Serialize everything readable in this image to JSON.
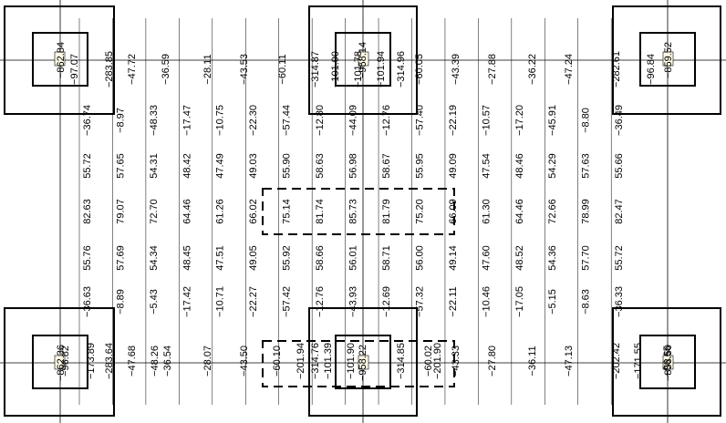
{
  "columns": [
    {
      "values": [
        "−36.74",
        "55.72",
        "82.63",
        "55.76",
        "−36.63"
      ]
    },
    {
      "values": [
        "−8.97",
        "57.65",
        "79.07",
        "57.69",
        "−8.89"
      ]
    },
    {
      "values": [
        "−48.33",
        "54.31",
        "72.70",
        "54.34",
        "−5.43"
      ]
    },
    {
      "values": [
        "−17.47",
        "48.42",
        "64.46",
        "48.45",
        "−17.42"
      ]
    },
    {
      "values": [
        "−10.75",
        "47.49",
        "61.26",
        "47.51",
        "−10.71"
      ]
    },
    {
      "values": [
        "−22.30",
        "49.03",
        "66.02",
        "49.05",
        "−22.27"
      ]
    },
    {
      "values": [
        "−57.44",
        "55.90",
        "75.14",
        "55.92",
        "−57.42"
      ]
    },
    {
      "values": [
        "−12.80",
        "58.63",
        "81.74",
        "58.66",
        "−12.76"
      ]
    },
    {
      "values": [
        "−44.09",
        "56.98",
        "85.73",
        "56.01",
        "−43.93"
      ]
    },
    {
      "values": [
        "−12.76",
        "58.67",
        "81.79",
        "58.71",
        "−12.69"
      ]
    },
    {
      "values": [
        "−57.40",
        "55.95",
        "75.20",
        "56.00",
        "−57.32"
      ]
    },
    {
      "values": [
        "−22.19",
        "49.09",
        "66.09",
        "49.14",
        "−22.11"
      ]
    },
    {
      "values": [
        "−10.57",
        "47.54",
        "61.30",
        "47.60",
        "−10.46"
      ]
    },
    {
      "values": [
        "−17.20",
        "48.46",
        "64.46",
        "48.52",
        "−17.05"
      ]
    },
    {
      "values": [
        "−45.91",
        "54.29",
        "72.66",
        "54.36",
        "−5.15"
      ]
    },
    {
      "values": [
        "−8.80",
        "57.63",
        "78.99",
        "57.70",
        "−8.63"
      ]
    },
    {
      "values": [
        "−36.49",
        "55.66",
        "82.47",
        "55.72",
        "−36.33"
      ]
    }
  ],
  "top_values": [
    "−97.07",
    "−283.85",
    "−47.72",
    "−36.59",
    "−28.11",
    "−43.53",
    "−60.11",
    "−314.87",
    "−101.90",
    "−101.78",
    "−101.94",
    "−314.96",
    "−60.05",
    "−43.39",
    "−27.88",
    "−36.22",
    "−47.24",
    "−282.61",
    "−96.84"
  ],
  "bottom_values": [
    "−96.82",
    "−173.89",
    "−283.64",
    "−47.68",
    "−48.26",
    "−36.54",
    "−28.07",
    "−43.50",
    "−60.10",
    "−201.94",
    "−314.76",
    "−101.39",
    "−101.90",
    "−314.85",
    "−60.02",
    "−201.90",
    "−43.33",
    "−27.80",
    "−36.11",
    "−47.13",
    "−202.42",
    "−171.55",
    "−96.65"
  ],
  "pile_labels": {
    "top_left": "−862.84",
    "top_center": "−958.14",
    "top_right": "−859.52",
    "bottom_left": "−862.36",
    "bottom_center": "−958.22",
    "bottom_right": "−858.50"
  },
  "colors": {
    "line": "#000000",
    "background": "#ffffff",
    "pile_core": "#fffbe6"
  }
}
